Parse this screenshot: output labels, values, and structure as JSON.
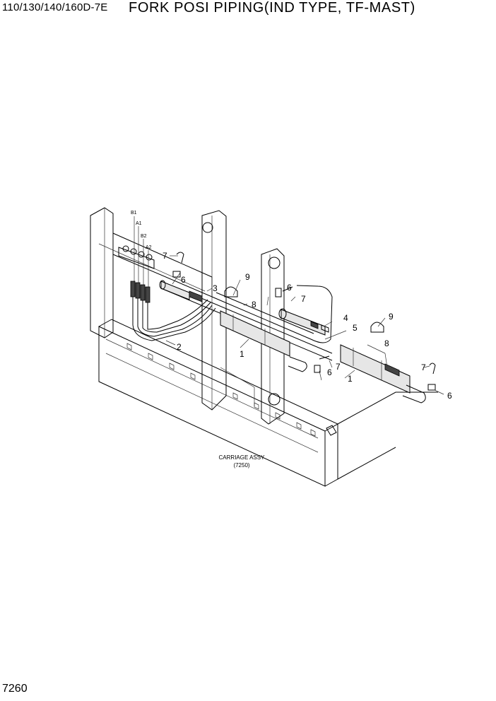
{
  "header": {
    "model": "110/130/140/160D-7E",
    "title": "FORK POSI PIPING(IND TYPE, TF-MAST)"
  },
  "footer": {
    "page_number": "7260"
  },
  "port_labels": {
    "b1": "B1",
    "a1": "A1",
    "b2": "B2",
    "a2": "A2"
  },
  "callouts": {
    "c1a": "1",
    "c1b": "1",
    "c2": "2",
    "c3": "3",
    "c4": "4",
    "c5": "5",
    "c6a": "6",
    "c6b": "6",
    "c6c": "6",
    "c6d": "6",
    "c7a": "7",
    "c7b": "7",
    "c7c": "7",
    "c7d": "7",
    "c8a": "8",
    "c8b": "8",
    "c9a": "9",
    "c9b": "9"
  },
  "carriage_label": {
    "line1": "CARRIAGE ASSY",
    "line2": "(7250)"
  }
}
